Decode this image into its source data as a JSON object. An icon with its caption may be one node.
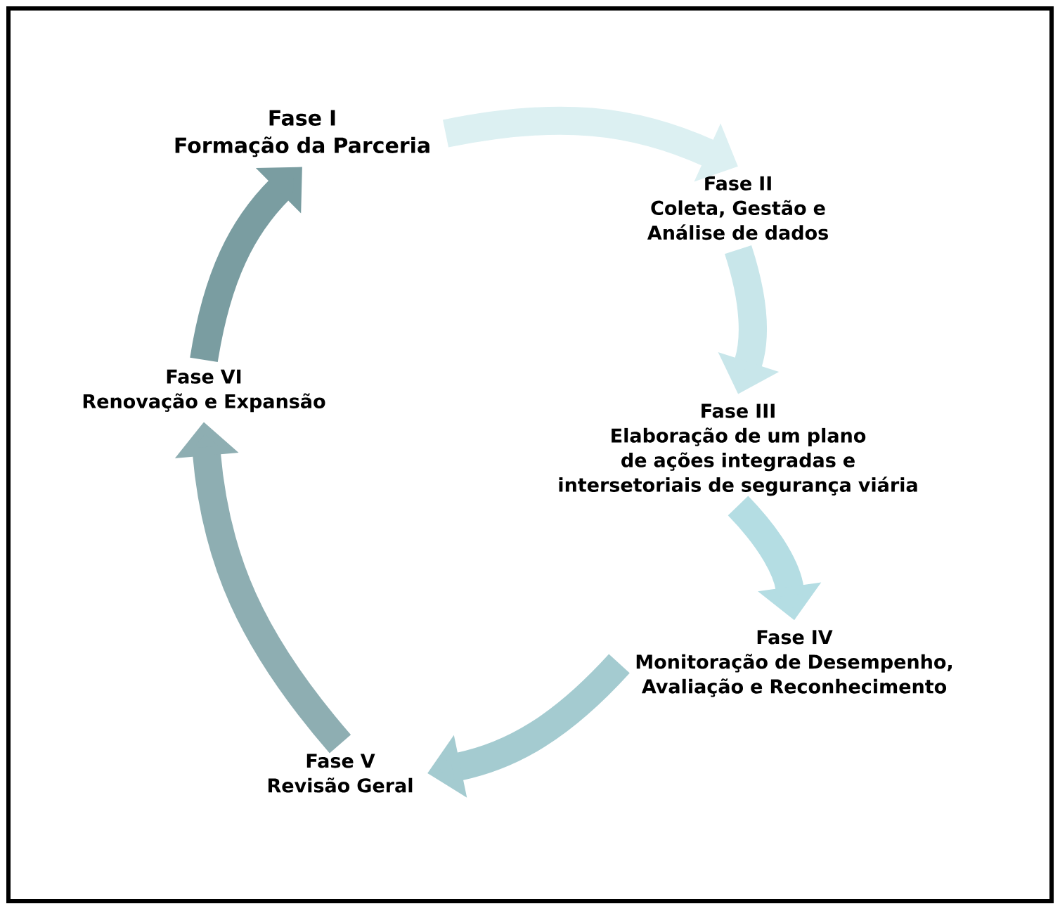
{
  "diagram": {
    "nodes": [
      {
        "text": [
          "Fase I",
          "Formação da Parceria"
        ]
      },
      {
        "text": [
          "Fase II",
          "Coleta, Gestão e Análise de dados"
        ]
      },
      {
        "text": [
          "Fase III",
          "Elaboração de um plano de ações integradas e intersetoriais de segurança viária"
        ]
      },
      {
        "text": [
          "Fase IV",
          "Monitoração de Desempenho, Avaliação e Reconhecimento"
        ]
      },
      {
        "text": [
          "Fase V",
          "Revisão Geral"
        ]
      },
      {
        "text": [
          "Fase VI",
          "Renovação e Expansão"
        ]
      }
    ],
    "edges": [
      {
        "from": 0,
        "to": 1,
        "arrow": "to",
        "color": "#dcf0f2"
      },
      {
        "from": 1,
        "to": 2,
        "arrow": "to",
        "color": "#c8e6ea"
      },
      {
        "from": 2,
        "to": 3,
        "arrow": "to",
        "color": "#b4dde3"
      },
      {
        "from": 3,
        "to": 4,
        "arrow": "to",
        "color": "#a4cbd0"
      },
      {
        "from": 4,
        "to": 5,
        "arrow": "to",
        "color": "#8eaeb2"
      },
      {
        "from": 5,
        "to": 0,
        "arrow": "to",
        "color": "#7a9da1"
      }
    ]
  }
}
